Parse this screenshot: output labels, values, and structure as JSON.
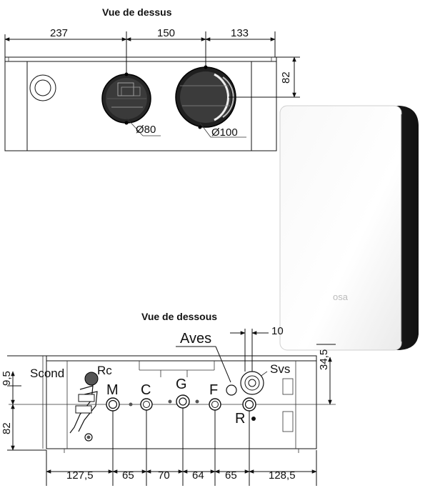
{
  "top_view": {
    "title": "Vue de dessus",
    "dims": [
      "237",
      "150",
      "133"
    ],
    "depth": "82",
    "flue_small": "Ø80",
    "flue_large": "Ø100"
  },
  "bottom_view": {
    "title": "Vue de dessous",
    "aves": "Aves",
    "ten": "10",
    "svs": "Svs",
    "scond": "Scond",
    "rc": "Rc",
    "r": "R",
    "left_small": "9,5",
    "left_big": "82",
    "right_dim": "34,5",
    "connections": [
      "M",
      "C",
      "G",
      "F"
    ],
    "bottom_dims": [
      "127,5",
      "65",
      "70",
      "64",
      "65",
      "128,5"
    ]
  },
  "product": {
    "logo": "osa"
  },
  "colors": {
    "line": "#111111",
    "panel_white": "#ffffff",
    "panel_side": "#1a1a1a",
    "dark_fill": "#2b2b2b"
  }
}
